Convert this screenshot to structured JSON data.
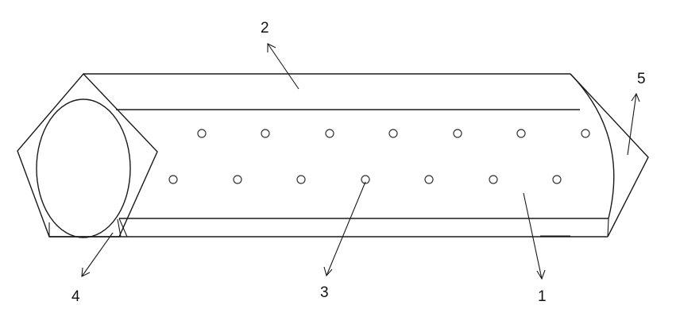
{
  "figure": {
    "labels": {
      "cylinder_body": "1",
      "hexagonal_outer_tube": "2",
      "perforation_holes": "3",
      "circular_end_opening": "4",
      "pointed_end_face": "5"
    },
    "holes": {
      "upper_row_count": 7,
      "lower_row_count": 7
    }
  }
}
